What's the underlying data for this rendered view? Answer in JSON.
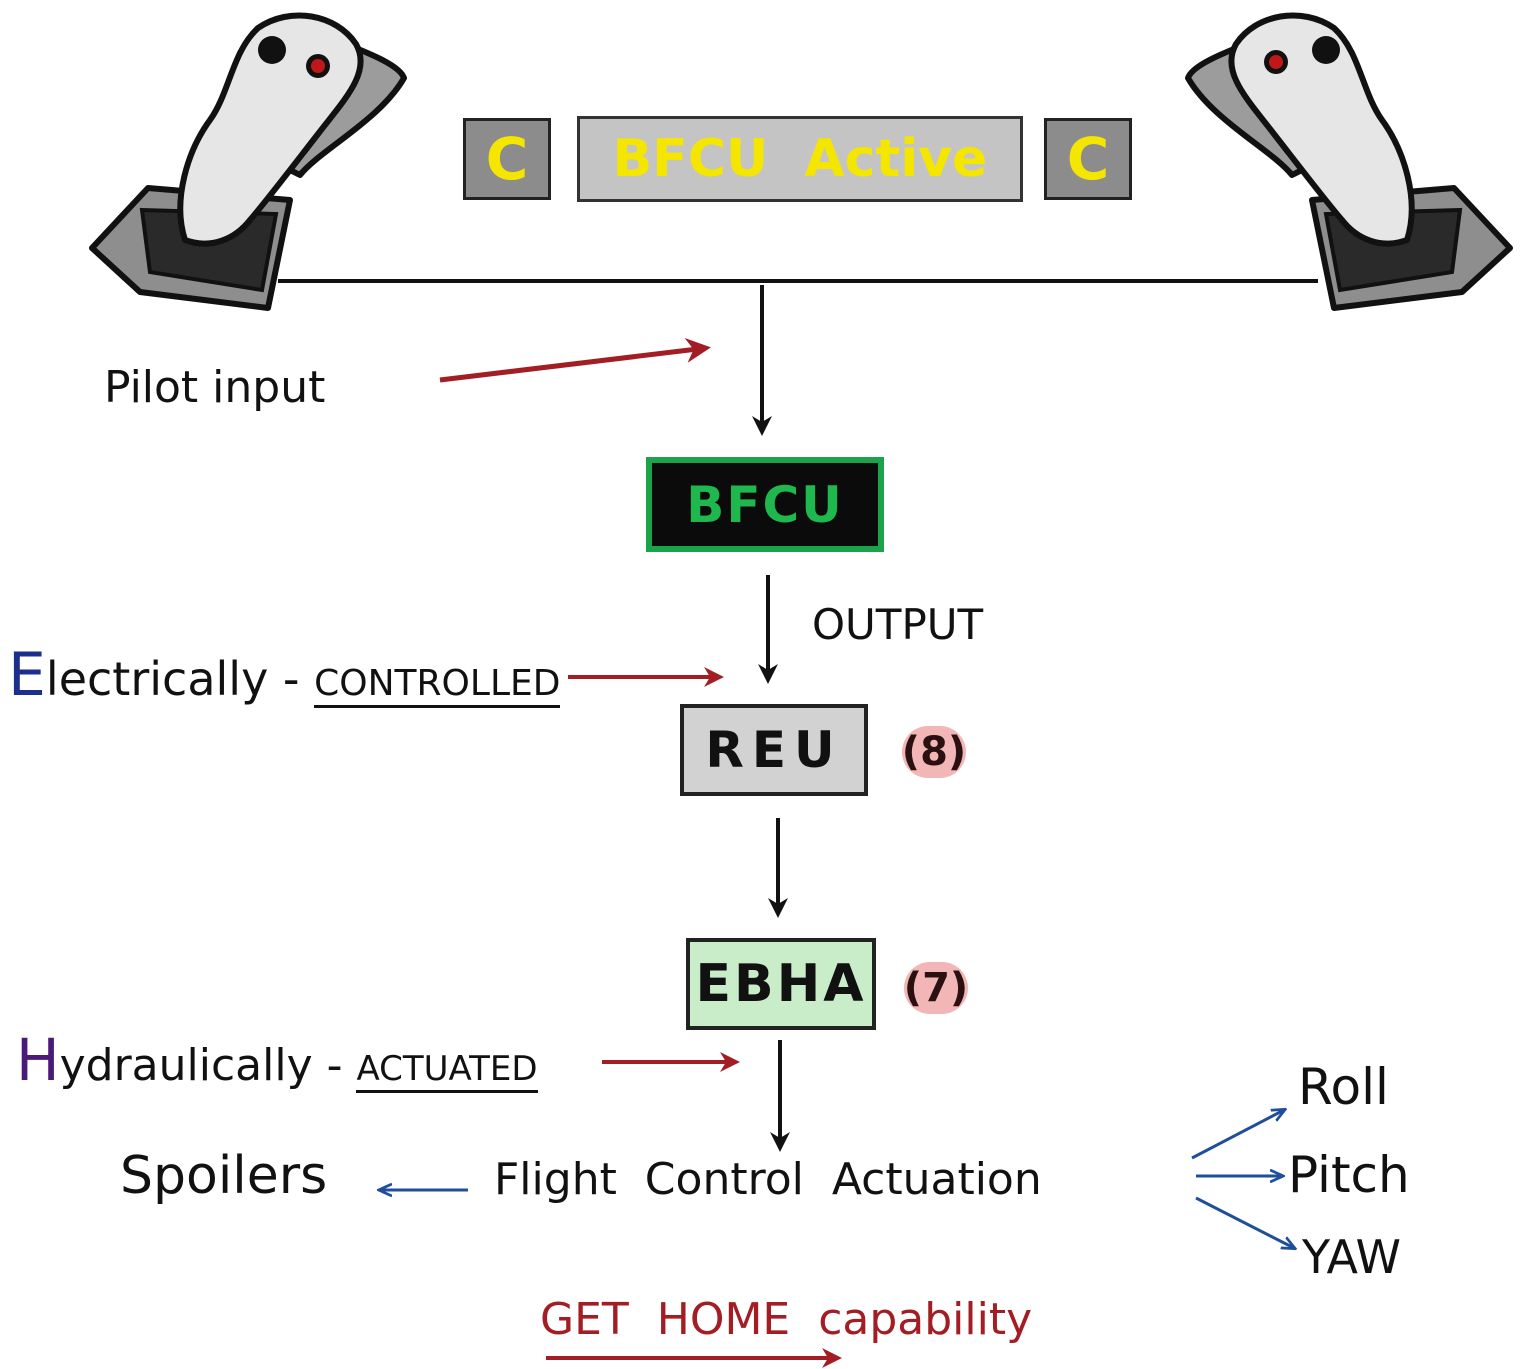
{
  "panel": {
    "left_indicator": "C",
    "right_indicator": "C",
    "status": "BFCU  Active",
    "indicator_text_color": "#f5e600"
  },
  "labels": {
    "pilot_input": "Pilot input",
    "output": "OUTPUT",
    "electrically_first": "E",
    "electrically_rest": "lectrically - ",
    "controlled": "CONTROLLED",
    "hydraulically_first": "H",
    "hydraulically_rest": "ydraulically - ",
    "actuated": "ACTUATED",
    "spoilers": "Spoilers",
    "flight_control_actuation": "Flight  Control  Actuation",
    "roll": "Roll",
    "pitch": "Pitch",
    "yaw": "YAW",
    "get_home": "GET  HOME  capability"
  },
  "boxes": {
    "bfcu": "BFCU",
    "reu": "REU",
    "reu_count": "(8)",
    "ebha": "EBHA",
    "ebha_count": "(7)"
  },
  "colors": {
    "bfcu_border": "#1aa34a",
    "bfcu_text": "#1fb84f",
    "reu_fill": "#d2d2d2",
    "ebha_fill": "#c9ecc9",
    "red_arrow": "#a31d24",
    "blue_arrow": "#1f4f99",
    "electrically_letter": "#1c2f8c",
    "hydraulically_letter": "#4b1a78",
    "get_home": "#a31d24"
  },
  "icons": [
    "sidestick-left-icon",
    "sidestick-right-icon"
  ]
}
